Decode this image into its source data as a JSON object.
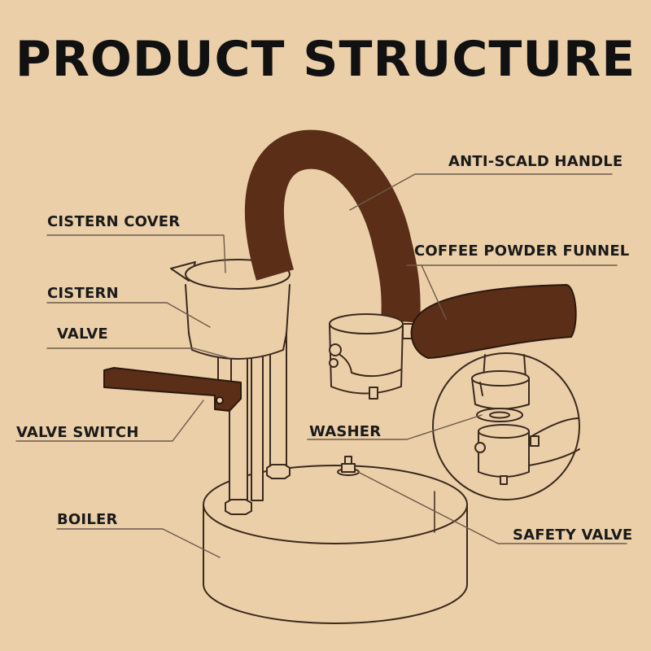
{
  "title": "PRODUCT STRUCTURE",
  "colors": {
    "background": "#ebcfa9",
    "outline": "#3a2a1e",
    "brown": "#5a2e17",
    "leader": "#6d5a4a"
  },
  "labels": {
    "anti_scald_handle": "ANTI-SCALD HANDLE",
    "cistern_cover": "CISTERN COVER",
    "coffee_powder_funnel": "COFFEE POWDER FUNNEL",
    "cistern": "CISTERN",
    "valve": "VALVE",
    "valve_switch": "VALVE SWITCH",
    "washer": "WASHER",
    "boiler": "BOILER",
    "safety_valve": "SAFETY VALVE"
  }
}
